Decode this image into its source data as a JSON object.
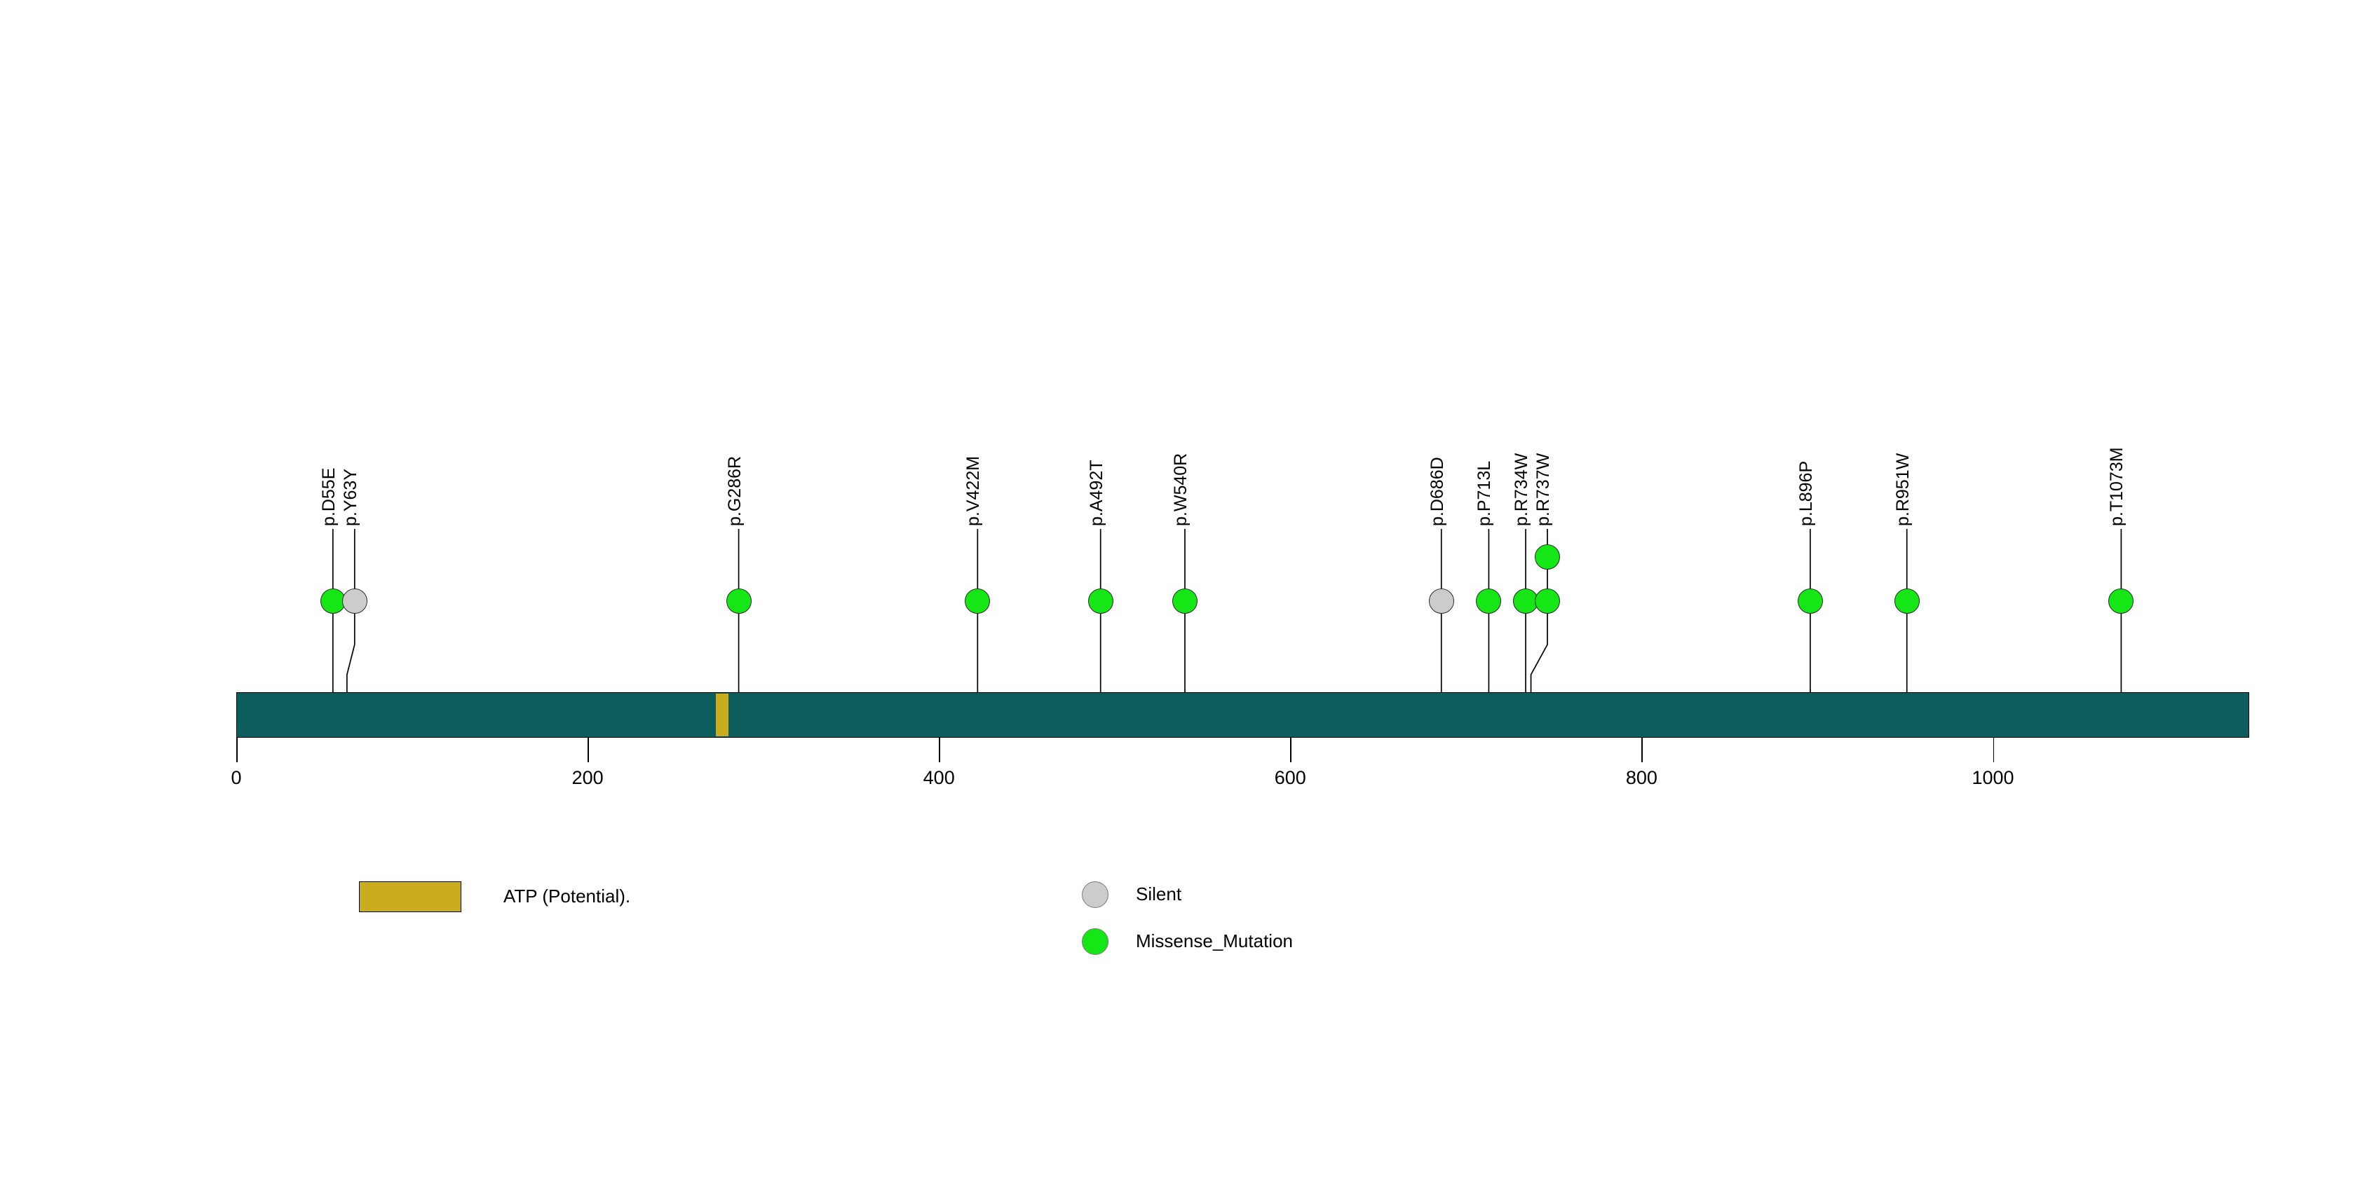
{
  "chart_data": {
    "type": "lollipop",
    "title": "",
    "xlabel": "",
    "ylabel": "",
    "xlim": [
      0,
      1146
    ],
    "grid": false,
    "protein": {
      "length": 1146,
      "track_color": "#0C5E5E",
      "start": 0,
      "end": 1146
    },
    "domains": [
      {
        "name": "ATP (Potential).",
        "start": 273,
        "end": 280,
        "color": "#C9AD1E"
      }
    ],
    "axis": {
      "ticks": [
        0,
        200,
        400,
        600,
        800,
        1000
      ],
      "tick_labels": [
        "0",
        "200",
        "400",
        "600",
        "800",
        "1000"
      ]
    },
    "mutations": [
      {
        "label": "p.D55E",
        "position": 55,
        "count": 1,
        "type": "Missense_Mutation",
        "color": "#15E615"
      },
      {
        "label": "p.Y63Y",
        "position": 63,
        "count": 1,
        "type": "Silent",
        "color": "#CCCCCC"
      },
      {
        "label": "p.G286R",
        "position": 286,
        "count": 1,
        "type": "Missense_Mutation",
        "color": "#15E615"
      },
      {
        "label": "p.V422M",
        "position": 422,
        "count": 1,
        "type": "Missense_Mutation",
        "color": "#15E615"
      },
      {
        "label": "p.A492T",
        "position": 492,
        "count": 1,
        "type": "Missense_Mutation",
        "color": "#15E615"
      },
      {
        "label": "p.W540R",
        "position": 540,
        "count": 1,
        "type": "Missense_Mutation",
        "color": "#15E615"
      },
      {
        "label": "p.D686D",
        "position": 686,
        "count": 1,
        "type": "Silent",
        "color": "#CCCCCC"
      },
      {
        "label": "p.P713L",
        "position": 713,
        "count": 1,
        "type": "Missense_Mutation",
        "color": "#15E615"
      },
      {
        "label": "p.R734W",
        "position": 734,
        "count": 1,
        "type": "Missense_Mutation",
        "color": "#15E615"
      },
      {
        "label": "p.R737W",
        "position": 737,
        "count": 2,
        "type": "Missense_Mutation",
        "color": "#15E615"
      },
      {
        "label": "p.L896P",
        "position": 896,
        "count": 1,
        "type": "Missense_Mutation",
        "color": "#15E615"
      },
      {
        "label": "p.R951W",
        "position": 951,
        "count": 1,
        "type": "Missense_Mutation",
        "color": "#15E615"
      },
      {
        "label": "p.T1073M",
        "position": 1073,
        "count": 1,
        "type": "Missense_Mutation",
        "color": "#15E615"
      }
    ],
    "legend": {
      "domain_entries": [
        {
          "label": "ATP (Potential).",
          "color": "#C9AD1E",
          "shape": "rect"
        }
      ],
      "mutation_entries": [
        {
          "label": "Silent",
          "color": "#CCCCCC",
          "shape": "circle"
        },
        {
          "label": "Missense_Mutation",
          "color": "#15E615",
          "shape": "circle"
        }
      ],
      "position": "bottom"
    }
  }
}
